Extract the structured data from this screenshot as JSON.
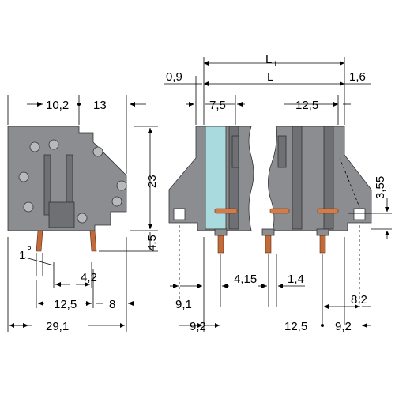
{
  "colors": {
    "housing": "#8c8d90",
    "housing_dark": "#6f7073",
    "marker_strip": "#a8dade",
    "pins": "#c36a3a"
  },
  "side_view": {
    "dim_top_left": "10,2",
    "dim_top_right": "13",
    "dim_height": "23",
    "dim_pin_length": "4,5",
    "dim_angle": "1",
    "dim_pin_pitch": "4,2",
    "dim_bottom_left": "12,5",
    "dim_bottom_right": "8",
    "dim_total_width": "29,1"
  },
  "front_view": {
    "dim_L1": "L",
    "dim_L1_sub": "1",
    "dim_L": "L",
    "dim_0_9": "0,9",
    "dim_1_6": "1,6",
    "dim_7_5": "7,5",
    "dim_12_5_top": "12,5",
    "dim_3_55": "3,55",
    "dim_9_1": "9,1",
    "dim_4_15": "4,15",
    "dim_1_4": "1,4",
    "dim_8_2": "8,2",
    "dim_9_2_left": "9,2",
    "dim_12_5_bottom": "12,5",
    "dim_9_2_right": "9,2"
  }
}
